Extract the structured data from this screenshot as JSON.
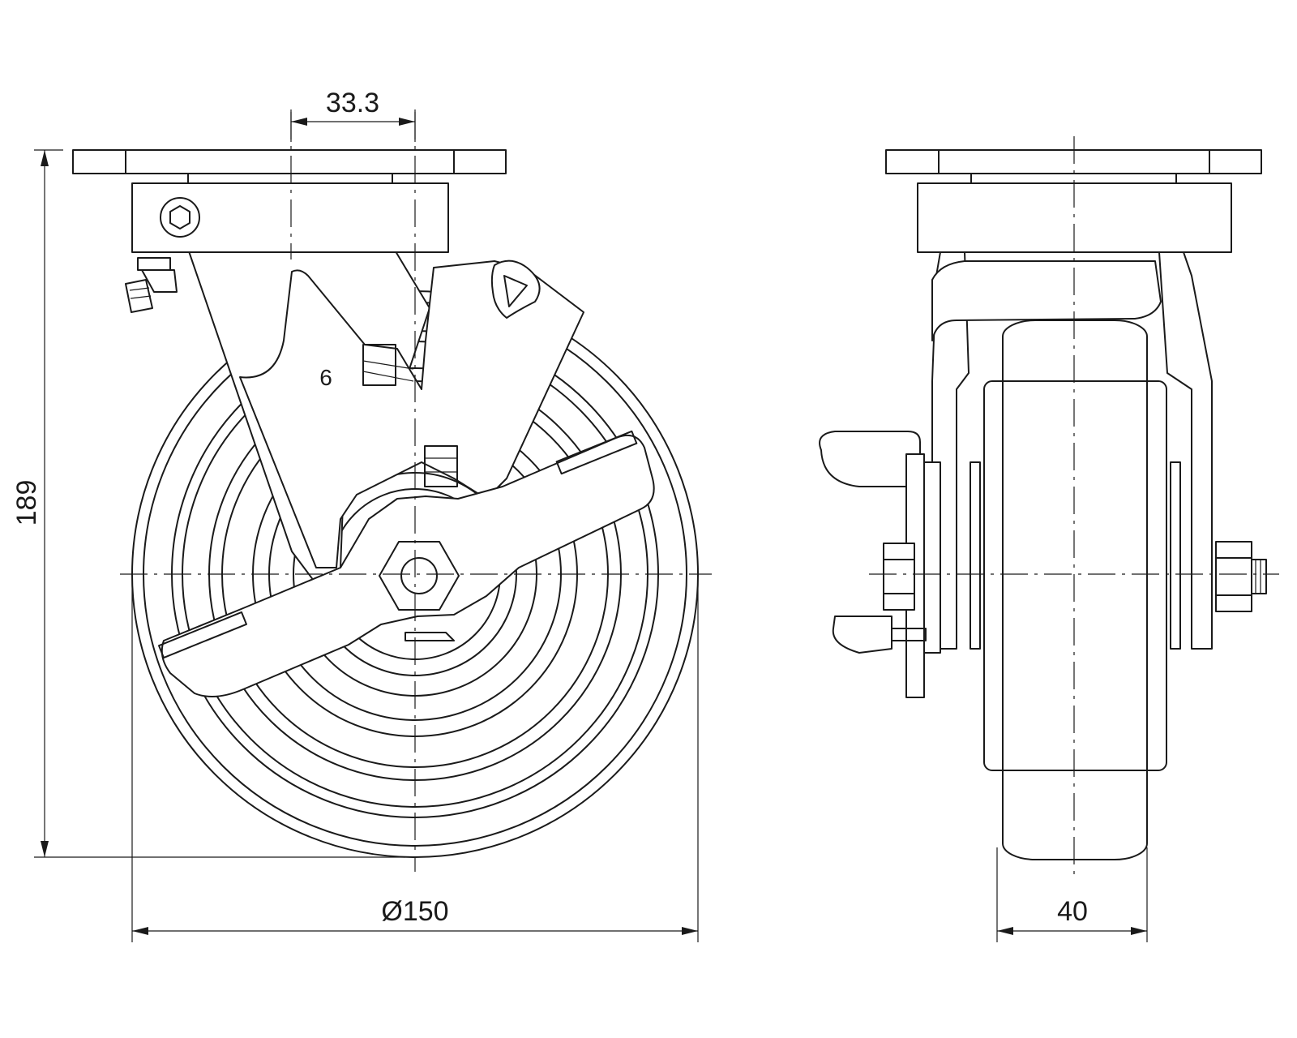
{
  "dimensions": {
    "offset": "33.3",
    "height": "189",
    "wheel_diameter": "Ø150",
    "wheel_width": "40"
  },
  "marking": "6"
}
